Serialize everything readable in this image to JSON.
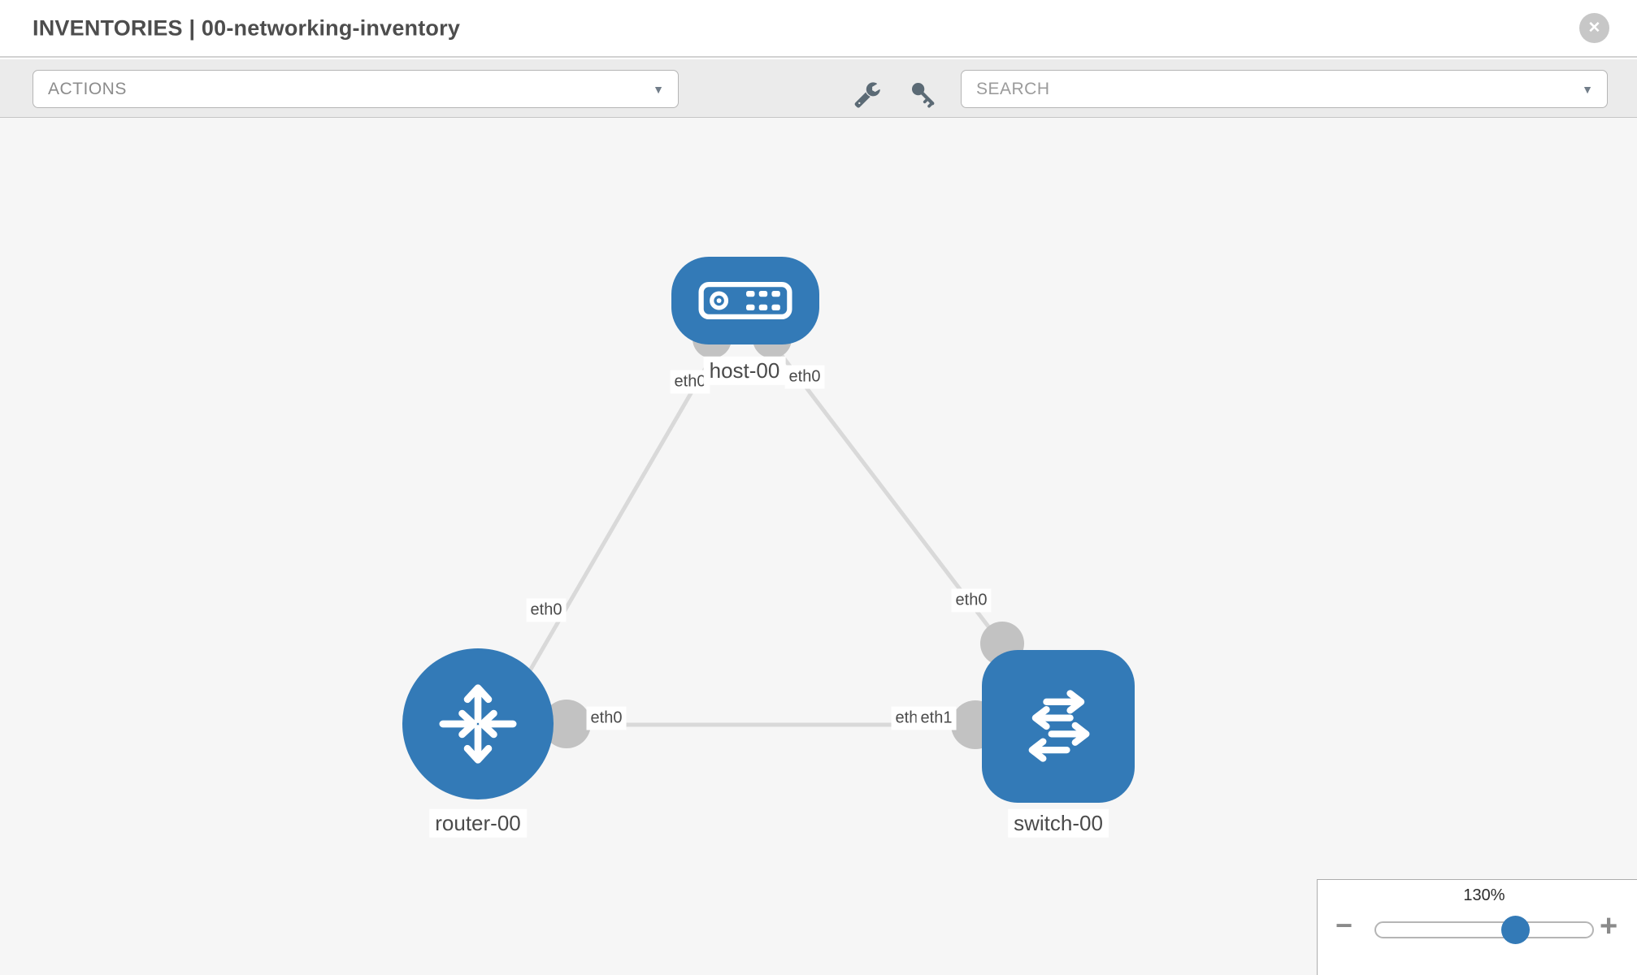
{
  "header": {
    "title": "INVENTORIES | 00-networking-inventory"
  },
  "toolbar": {
    "actions_label": "ACTIONS",
    "search_label": "SEARCH",
    "tool_icons": [
      "wrench-icon",
      "key-icon"
    ]
  },
  "icons": {
    "close": "✕",
    "caret": "▼",
    "zoom_out": "−",
    "zoom_in": "+"
  },
  "graph": {
    "nodes": [
      {
        "label": "host-00",
        "type": "host"
      },
      {
        "label": "router-00",
        "type": "router"
      },
      {
        "label": "switch-00",
        "type": "switch"
      }
    ],
    "links": [
      {
        "from": "host-00",
        "from_if": "eth0",
        "to": "router-00",
        "to_if": "eth0"
      },
      {
        "from": "host-00",
        "from_if": "eth0",
        "to": "switch-00",
        "to_if": "eth0"
      },
      {
        "from": "router-00",
        "from_if": "eth0",
        "to": "switch-00",
        "to_if": "eth1"
      }
    ],
    "iface_labels": [
      {
        "text": "eth0"
      },
      {
        "text": "eth0"
      },
      {
        "text": "eth0"
      },
      {
        "text": "eth0"
      },
      {
        "text": "eth0"
      },
      {
        "text": "eth0"
      },
      {
        "text": "eth1"
      }
    ]
  },
  "zoom_control": {
    "value": "130%"
  },
  "colors": {
    "node_blue": "#337ab7",
    "port_gray": "#c2c2c2",
    "link_gray": "#d9d9d9",
    "canvas_bg": "#f6f6f6",
    "toolbar_bg": "#ebebeb"
  }
}
